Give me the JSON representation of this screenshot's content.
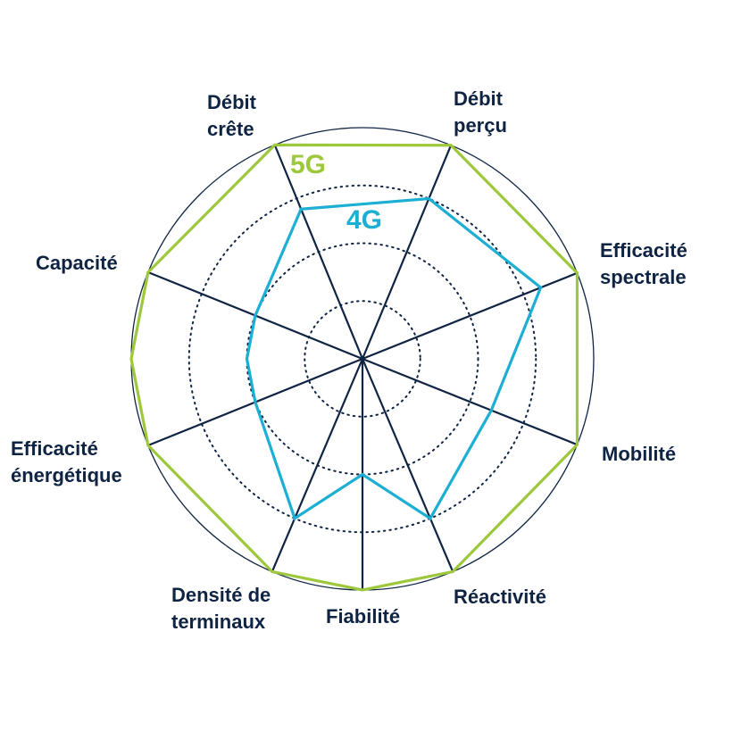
{
  "chart_data": {
    "type": "radar",
    "title": "",
    "axes": [
      "Débit\ncrête",
      "Débit\nperçu",
      "Efficacité\nspectrale",
      "Mobilité",
      "Réactivité",
      "Fiabilité",
      "Densité de\nterminaux",
      "Efficacité\nénergétique",
      "Capacité"
    ],
    "range": [
      0,
      1
    ],
    "grid_levels": [
      0.25,
      0.5,
      0.75,
      1
    ],
    "series": [
      {
        "name": "5G",
        "color": "#9dc83c",
        "values": [
          1,
          1,
          1,
          1,
          1,
          1,
          1,
          1,
          1
        ]
      },
      {
        "name": "4G",
        "color": "#1cafd3",
        "values": [
          0.7,
          0.75,
          0.83,
          0.6,
          0.75,
          0.5,
          0.75,
          0.5,
          0.5
        ]
      }
    ],
    "colors": {
      "axis": "#0f2443",
      "grid": "#0f2443"
    }
  }
}
